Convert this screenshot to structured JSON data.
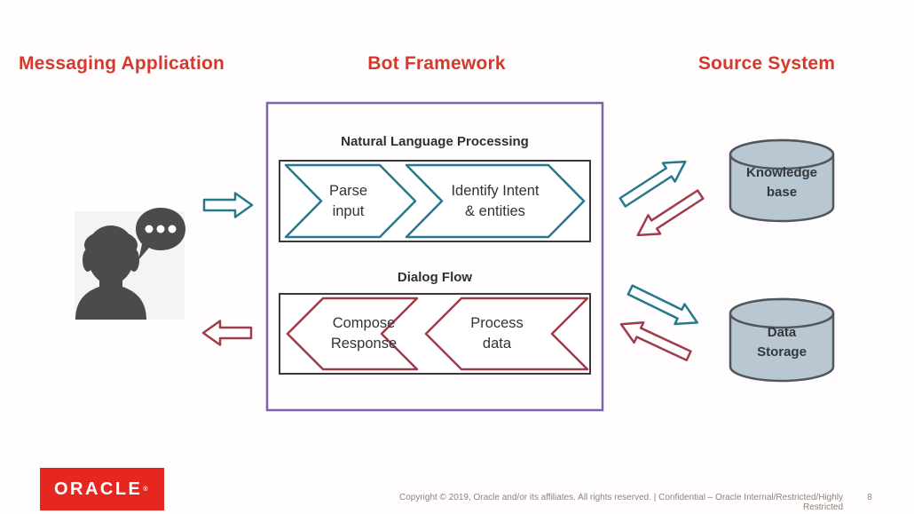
{
  "headings": {
    "left": "Messaging Application",
    "center": "Bot Framework",
    "right": "Source System"
  },
  "bot_framework": {
    "nlp": {
      "title": "Natural Language Processing",
      "steps": [
        "Parse\ninput",
        "Identify Intent\n& entities"
      ]
    },
    "dialog": {
      "title": "Dialog Flow",
      "steps": [
        "Compose\nResponse",
        "Process\ndata"
      ]
    }
  },
  "source_system": {
    "cylinders": [
      "Knowledge\nbase",
      "Data\nStorage"
    ]
  },
  "colors": {
    "heading_red": "#d6392c",
    "teal": "#26798c",
    "maroon": "#a03b49",
    "purple": "#7d62a8",
    "cylinder_fill": "#b9c7d2",
    "logo_red": "#e5271f"
  },
  "footer": {
    "logo": "ORACLE",
    "registered_mark": "®",
    "copyright": "Copyright © 2019, Oracle and/or its affiliates. All rights reserved.  |  Confidential – Oracle Internal/Restricted/Highly Restricted",
    "page_number": "8"
  }
}
